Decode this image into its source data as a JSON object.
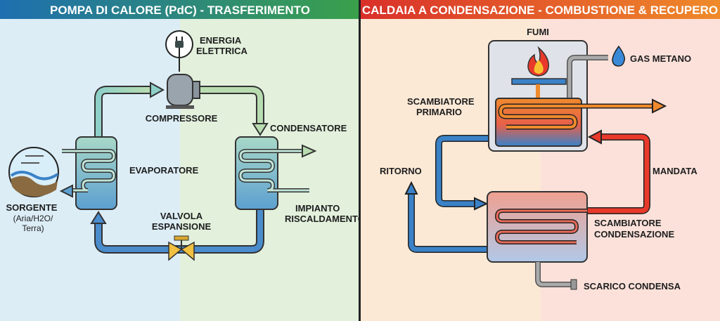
{
  "left_panel": {
    "title": "POMPA DI CALORE (PdC) - TRASFERIMENTO",
    "labels": {
      "energy_line1": "ENERGIA",
      "energy_line2": "ELETTRICA",
      "compressor": "COMPRESSORE",
      "condenser": "CONDENSATORE",
      "evaporator": "EVAPORATORE",
      "source": "SORGENTE",
      "source_sub1": "(Aria/H2O/",
      "source_sub2": "Terra)",
      "valve_line1": "VALVOLA",
      "valve_line2": "ESPANSIONE",
      "system_line1": "IMPIANTO",
      "system_line2": "RISCALDAMENTO"
    },
    "colors": {
      "header_start": "#1e6fb0",
      "header_end": "#3aa04a",
      "bg_left": "#dcedf6",
      "bg_right": "#e2f0dc"
    }
  },
  "right_panel": {
    "title": "CALDAIA A CONDENSAZIONE - COMBUSTIONE & RECUPERO",
    "labels": {
      "fumes": "FUMI",
      "gas": "GAS METANO",
      "primary_line1": "SCAMBIATORE",
      "primary_line2": "PRIMARIO",
      "return": "RITORNO",
      "supply": "MANDATA",
      "cond_line1": "SCAMBIATORE",
      "cond_line2": "CONDENSAZIONE",
      "drain": "SCARICO CONDENSA"
    },
    "colors": {
      "header_start": "#d9302a",
      "header_end": "#ef8a2a",
      "bg_left": "#fbe9d6",
      "bg_right": "#fbe1da",
      "hot": "#e8392b",
      "cold": "#3a82c8",
      "orange": "#f08a2c"
    }
  }
}
